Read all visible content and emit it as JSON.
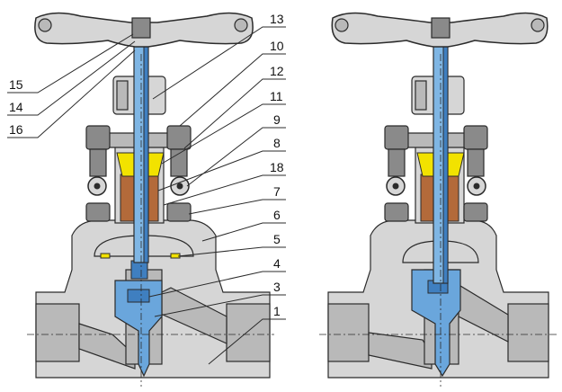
{
  "diagram": {
    "part_numbers": [
      "15",
      "14",
      "16",
      "13",
      "10",
      "12",
      "11",
      "9",
      "8",
      "18",
      "7",
      "6",
      "5",
      "4",
      "3",
      "1"
    ]
  },
  "colors": {
    "body": "#d6d6d6",
    "body_dark": "#b9b9b9",
    "stem": "#7fb6e4",
    "stem_dark": "#3f7fc0",
    "disc": "#6aa6dc",
    "packing_yellow": "#f2e200",
    "packing_brown": "#b36a3a",
    "bolt": "#8a8a8a",
    "outline": "#2b2b2b"
  }
}
